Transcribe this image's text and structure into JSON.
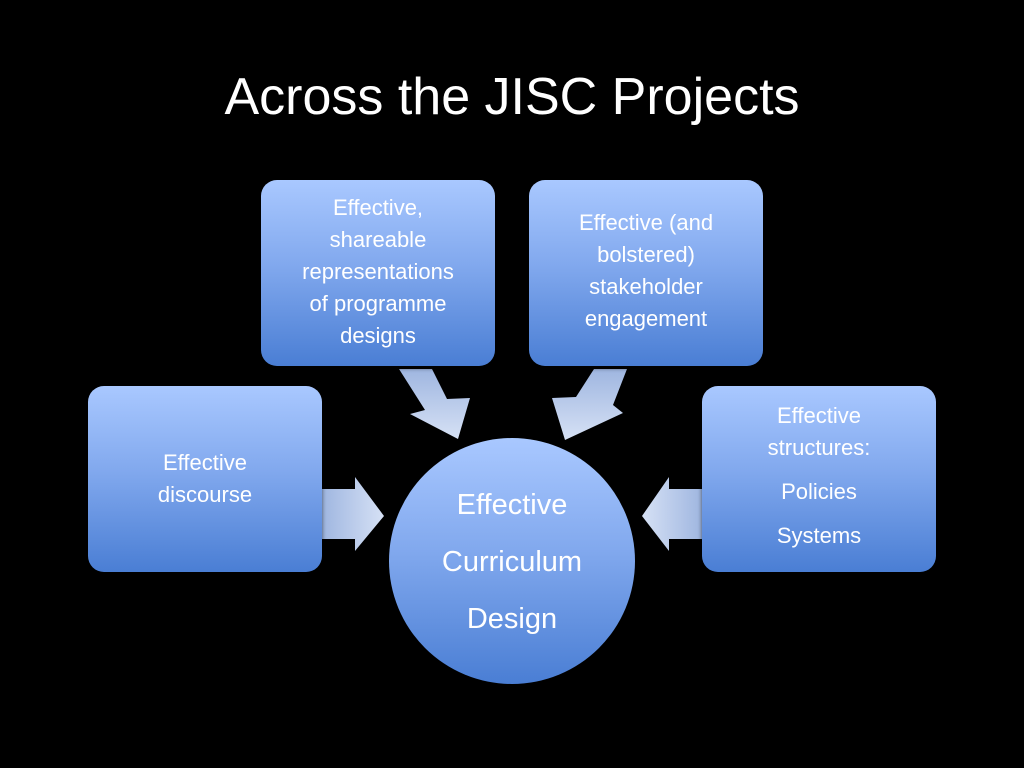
{
  "slide": {
    "title": "Across the JISC Projects"
  },
  "diagram": {
    "center": {
      "lines": [
        "Effective",
        "Curriculum",
        "Design"
      ]
    },
    "top_left": {
      "lines": [
        "Effective,",
        "shareable",
        "representations",
        "of programme",
        "designs"
      ]
    },
    "top_right": {
      "lines": [
        "Effective (and",
        "bolstered)",
        "stakeholder",
        "engagement"
      ]
    },
    "left": {
      "lines": [
        "Effective",
        "discourse"
      ]
    },
    "right": {
      "lines": [
        "Effective",
        "structures:",
        "Policies",
        "Systems"
      ]
    }
  },
  "colors": {
    "background": "#000000",
    "text": "#ffffff",
    "box_top": "#a9c8ff",
    "box_bottom": "#4a7ed4",
    "arrow": "#c5d3ee"
  }
}
